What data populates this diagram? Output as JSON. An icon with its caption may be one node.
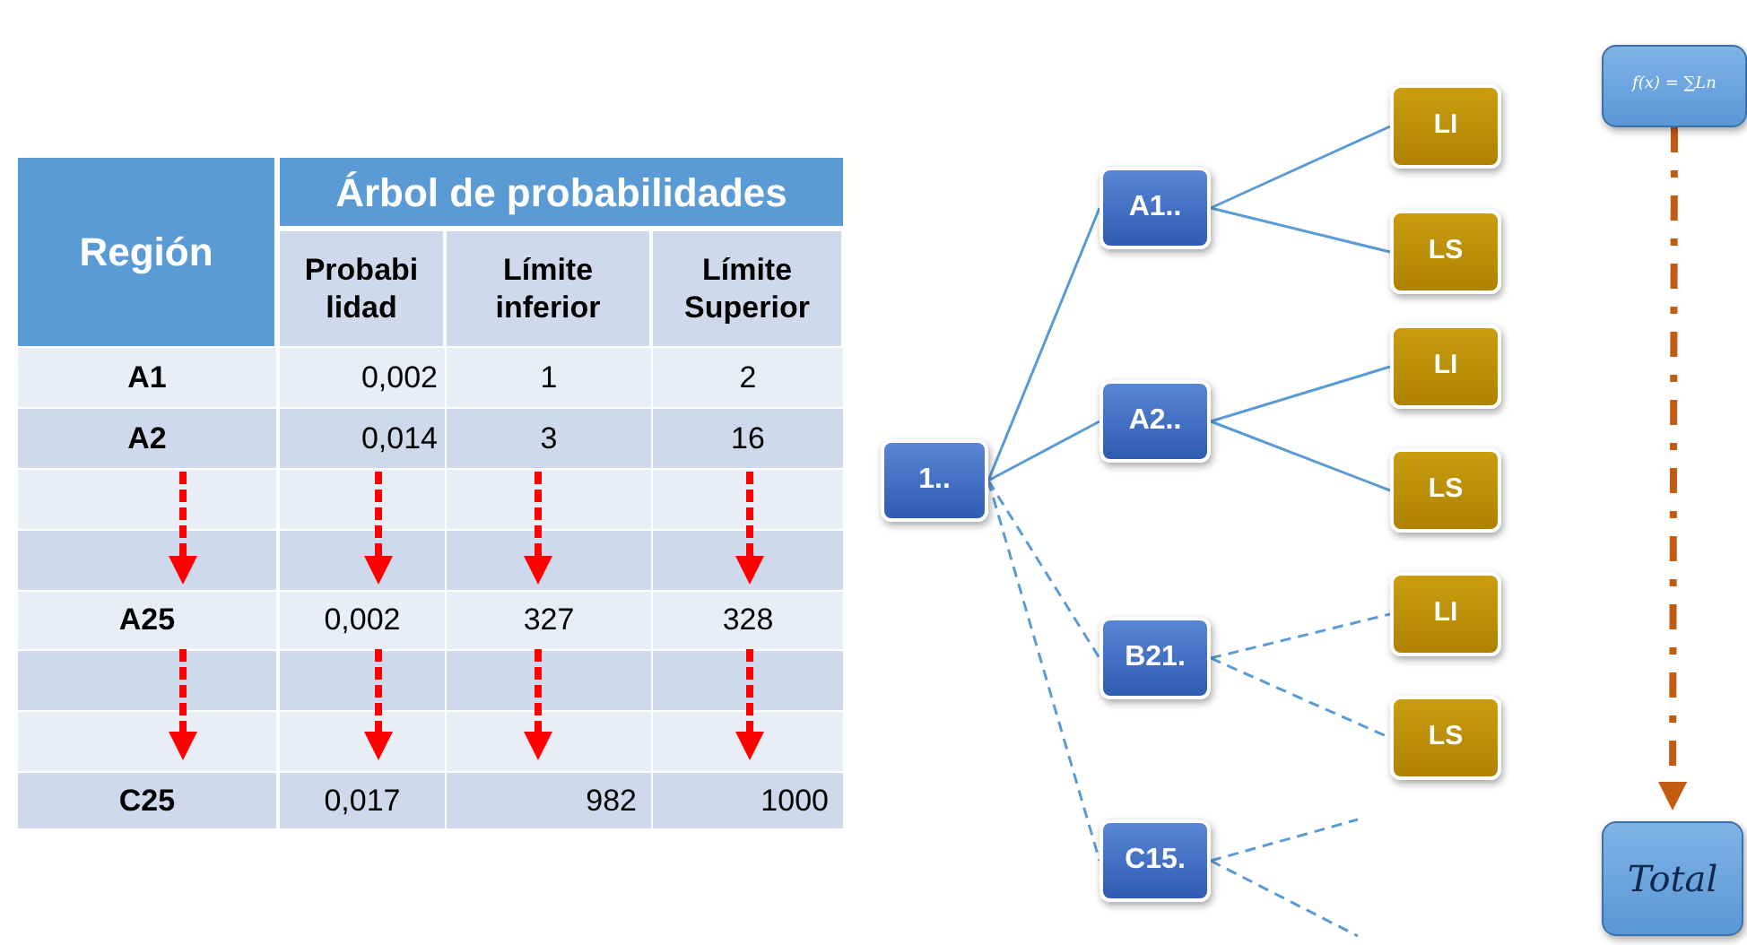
{
  "diagram": {
    "nodes": [
      {
        "text": [
          "1.."
        ]
      },
      {
        "text": [
          "A1.."
        ]
      },
      {
        "text": [
          "A2.."
        ]
      },
      {
        "text": [
          "B21."
        ]
      },
      {
        "text": [
          "C15."
        ]
      },
      {
        "text": [
          "LI"
        ]
      },
      {
        "text": [
          "LS"
        ]
      },
      {
        "text": [
          "LI"
        ]
      },
      {
        "text": [
          "LS"
        ]
      },
      {
        "text": [
          "LI"
        ]
      },
      {
        "text": [
          "LS"
        ]
      },
      {
        "text": [
          "f(x) = ∑Ln"
        ]
      },
      {
        "text": [
          "Total"
        ]
      }
    ],
    "edges": [
      {
        "from": 0,
        "to": 1,
        "arrow": "none"
      },
      {
        "from": 0,
        "to": 2,
        "arrow": "none"
      },
      {
        "from": 0,
        "to": 3,
        "arrow": "none",
        "style": "dashed"
      },
      {
        "from": 0,
        "to": 4,
        "arrow": "none",
        "style": "dashed"
      },
      {
        "from": 1,
        "to": 5,
        "arrow": "none"
      },
      {
        "from": 1,
        "to": 6,
        "arrow": "none"
      },
      {
        "from": 2,
        "to": 7,
        "arrow": "none"
      },
      {
        "from": 2,
        "to": 8,
        "arrow": "none"
      },
      {
        "from": 3,
        "to": 9,
        "arrow": "none",
        "style": "dashed"
      },
      {
        "from": 3,
        "to": 10,
        "arrow": "none",
        "style": "dashed"
      },
      {
        "from": 4,
        "to": null,
        "arrow": "none",
        "style": "dashed"
      },
      {
        "from": 4,
        "to": null,
        "arrow": "none",
        "style": "dashed"
      },
      {
        "from": 11,
        "to": 12,
        "arrow": "to",
        "style": "dashed",
        "color": "#c55a11"
      }
    ],
    "labels": [
      "Región",
      "Árbol de probabilidades",
      "Probabi lidad",
      "Límite inferior",
      "Límite Superior",
      "A1",
      "0,002",
      "1",
      "2",
      "A2",
      "0,014",
      "3",
      "16",
      "A25",
      "0,002",
      "327",
      "328",
      "C25",
      "0,017",
      "982",
      "1000"
    ]
  }
}
